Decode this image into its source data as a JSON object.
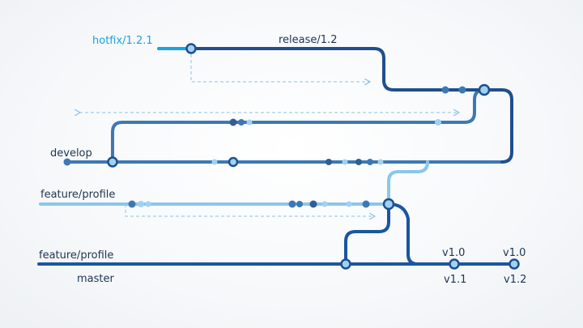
{
  "colors": {
    "master": "#1a56a0",
    "develop": "#3d78b5",
    "feature": "#8cc6ea",
    "release": "#1f4f8c",
    "hotfix": "#1aa3e0",
    "dashed": "#8fc1e6",
    "commit_fill_light": "#9fd2f2",
    "commit_fill_dark": "#2f5f93"
  },
  "labels": {
    "hotfix": "hotfix/1.2.1",
    "release": "release/1.2",
    "develop": "develop",
    "feature_upper": "feature/profile",
    "feature_lower": "feature/profile",
    "master": "master",
    "tag_v1_0_a": "v1.0",
    "tag_v1_1": "v1.1",
    "tag_v1_0_b": "v1.0",
    "tag_v1_2": "v1.2"
  }
}
